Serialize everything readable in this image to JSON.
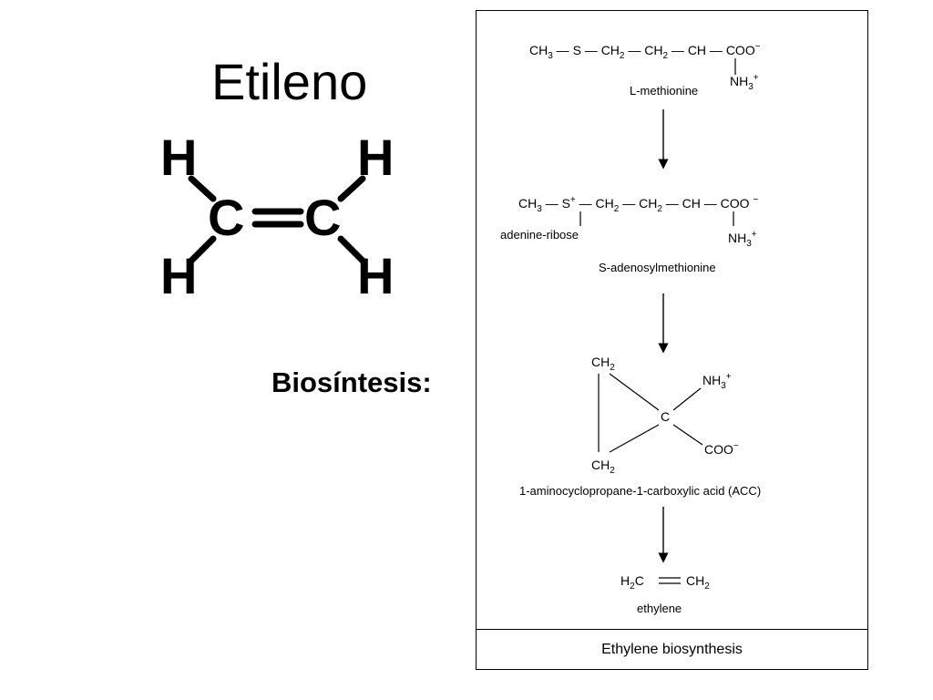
{
  "title": "Etileno",
  "subtitle": "Biosíntesis:",
  "ethylene_structure": {
    "atoms": [
      "H",
      "H",
      "C",
      "C",
      "H",
      "H"
    ],
    "bond": "="
  },
  "pathway": {
    "step1": {
      "formula": [
        "CH",
        "3",
        " — S — CH",
        "2",
        " — CH",
        "2",
        " — CH — COO",
        "−"
      ],
      "substituent": [
        "NH",
        "3",
        "+"
      ],
      "name": "L-methionine"
    },
    "step2": {
      "formula": [
        "CH",
        "3",
        " — S",
        "+",
        " — CH",
        "2",
        " — CH",
        "2",
        " — CH — COO ",
        "−"
      ],
      "substituent_left": "adenine-ribose",
      "substituent_right": [
        "NH",
        "3",
        "+"
      ],
      "name": "S-adenosylmethionine"
    },
    "step3": {
      "ring_top": [
        "CH",
        "2"
      ],
      "ring_bottom": [
        "CH",
        "2"
      ],
      "center": "C",
      "amino": [
        "NH",
        "3",
        "+"
      ],
      "carboxyl": [
        "COO",
        "−"
      ],
      "name": "1-aminocyclopropane-1-carboxylic acid (ACC)"
    },
    "step4": {
      "formula_left": [
        "H",
        "2",
        "C"
      ],
      "formula_right": [
        "CH",
        "2"
      ],
      "name": "ethylene"
    },
    "caption": "Ethylene biosynthesis"
  }
}
